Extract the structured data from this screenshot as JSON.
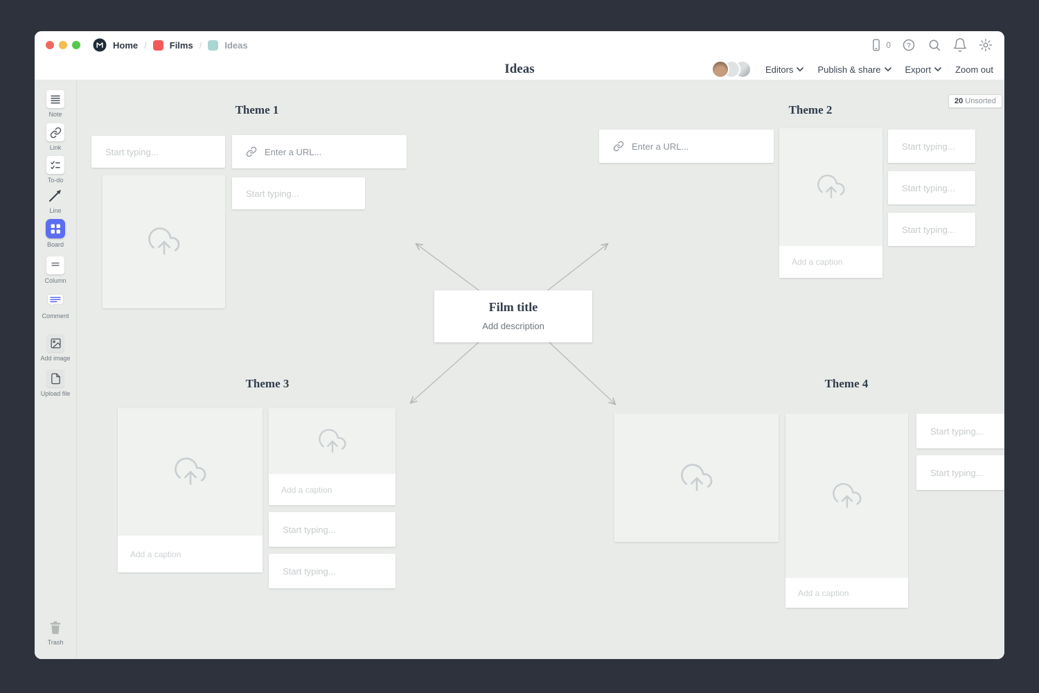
{
  "titlebar": {
    "breadcrumb": {
      "separator": "/",
      "items": [
        {
          "label": "Home"
        },
        {
          "label": "Films"
        },
        {
          "label": "Ideas"
        }
      ]
    },
    "device_count": "0"
  },
  "toolbar": {
    "title": "Ideas",
    "editors": "Editors",
    "publish_share": "Publish & share",
    "export": "Export",
    "zoom_out": "Zoom out"
  },
  "sidebar": {
    "tools": [
      {
        "label": "Note"
      },
      {
        "label": "Link"
      },
      {
        "label": "To-do"
      },
      {
        "label": "Line"
      },
      {
        "label": "Board"
      },
      {
        "label": "Column"
      },
      {
        "label": "Comment"
      },
      {
        "label": "Add image"
      },
      {
        "label": "Upload file"
      }
    ],
    "trash": "Trash"
  },
  "canvas": {
    "badge": {
      "count": "20",
      "label": "Unsorted"
    },
    "themes": [
      {
        "title": "Theme 1"
      },
      {
        "title": "Theme 2"
      },
      {
        "title": "Theme 3"
      },
      {
        "title": "Theme 4"
      }
    ],
    "center": {
      "title": "Film title",
      "description": "Add description"
    },
    "placeholders": {
      "note": "Start typing...",
      "url": "Enter a URL...",
      "caption": "Add a caption"
    }
  },
  "icons": {
    "logo": "milanote-logo",
    "breadcrumb_films": "red-board-icon",
    "breadcrumb_ideas": "teal-board-icon",
    "titlebar_right": [
      "phone-icon",
      "help-icon",
      "search-icon",
      "bell-icon",
      "gear-icon"
    ],
    "upload_placeholder": "cloud-upload-icon",
    "url_card": "link-icon"
  },
  "colors": {
    "frame": "#2e323c",
    "canvas_bg": "#e9ebe9",
    "accent_blue": "#5b6df0",
    "films_red": "#f4595a",
    "ideas_teal": "#a9d6d2",
    "heading_text": "#313d4b",
    "placeholder_text": "#c6cacc"
  }
}
